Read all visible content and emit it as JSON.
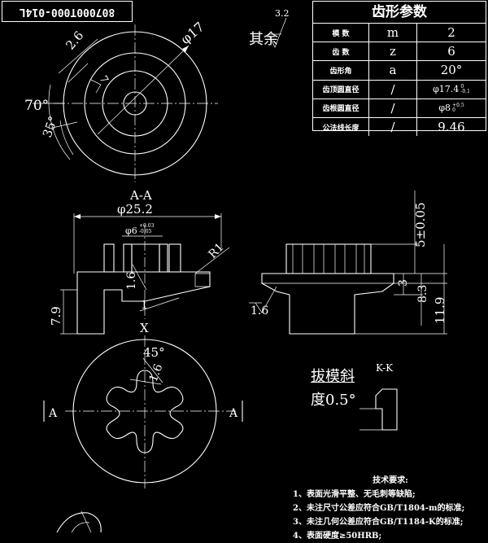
{
  "part_number": "807000T000-014L",
  "gear_table": {
    "title": "齿形参数",
    "rows": [
      {
        "name": "模  数",
        "symbol": "m",
        "value": "2"
      },
      {
        "name": "齿  数",
        "symbol": "z",
        "value": "6"
      },
      {
        "name": "齿形角",
        "symbol": "a",
        "value": "20°"
      },
      {
        "name": "齿顶圆直径",
        "symbol": "/",
        "value": "φ17.4",
        "tol_upper": "0",
        "tol_lower": "-0.1"
      },
      {
        "name": "齿根圆直径",
        "symbol": "/",
        "value": "φ8",
        "tol_upper": "+0.5",
        "tol_lower": "0"
      },
      {
        "name": "公法线长度",
        "symbol": "/",
        "value": "9.46"
      }
    ]
  },
  "roughness": {
    "value": "3.2",
    "label": "其余"
  },
  "top_view": {
    "dim_2_6": "2.6",
    "dim_phi17": "φ17",
    "angle_70": "70°",
    "angle_35": "35°",
    "dim_r": "7"
  },
  "section_aa": {
    "title": "A-A",
    "dia_25_2": "φ25.2",
    "dia_6": "φ6",
    "dia_6_tol_upper": "+0.03",
    "dia_6_tol_lower": "-0.05",
    "dim_1_6": "1.6",
    "dim_r1": "R1",
    "dim_1": "1",
    "dim_7_9": "7.9",
    "mark_x": "X"
  },
  "side_view": {
    "dim_5": "5±0.05",
    "dim_3": "3",
    "dim_8_3": "8.3",
    "dim_11_9": "11.9",
    "dim_1_6": "1.6"
  },
  "bottom_view": {
    "angle_45": "45°",
    "dim_1_6": "1.6",
    "mark_a_left": "A",
    "mark_a_right": "A"
  },
  "detail_kk": {
    "title": "K-K",
    "line1": "拔模斜",
    "line2": "度0.5°"
  },
  "notes": {
    "title": "技术要求:",
    "items": [
      "1、表面光滑平整、无毛刺等缺陷;",
      "2、未注尺寸公差应符合GB/T1804-m的标准;",
      "3、未注几何公差应符合GB/T1184-K的标准;",
      "4、表面硬度≥50HRB;"
    ]
  }
}
